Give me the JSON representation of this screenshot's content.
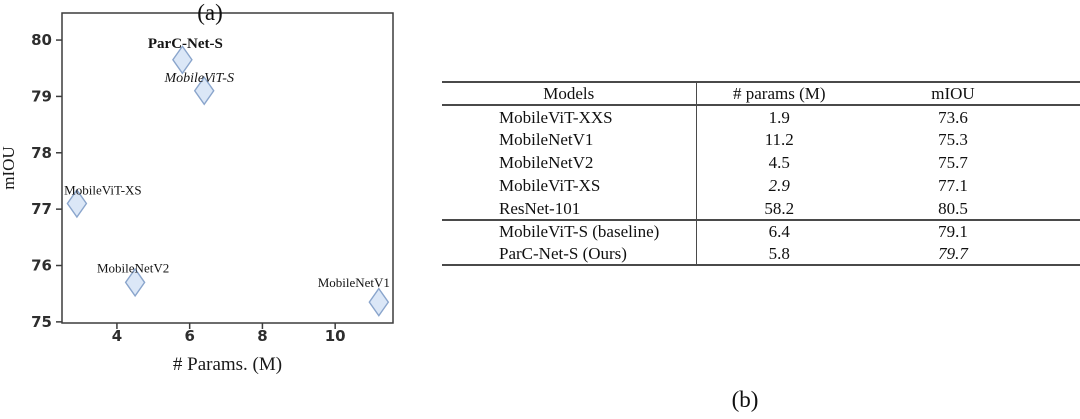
{
  "figure": {
    "caption_a": "(a)",
    "caption_b": "(b)"
  },
  "chart_data": {
    "type": "scatter",
    "xlabel": "# Params. (M)",
    "ylabel": "mIOU",
    "xlim": [
      2.49,
      11.59
    ],
    "ylim": [
      74.98,
      80.48
    ],
    "xticks": [
      4,
      6,
      8,
      10
    ],
    "yticks": [
      75,
      76,
      77,
      78,
      79,
      80
    ],
    "grid": "off",
    "marker": {
      "shape": "thin-diamond",
      "fill": "#dbe7f7",
      "stroke": "#8aa5cc"
    },
    "points": [
      {
        "label": "ParC-Net-S",
        "x": 5.8,
        "y": 79.65,
        "style": "bold",
        "label_dx": 3,
        "label_dy": -12
      },
      {
        "label": "MobileViT-S",
        "x": 6.4,
        "y": 79.1,
        "style": "italic",
        "label_dx": -5,
        "label_dy": -9
      },
      {
        "label": "MobileViT-XS",
        "x": 2.9,
        "y": 77.1,
        "style": "normal",
        "label_dx": 26,
        "label_dy": -9
      },
      {
        "label": "MobileNetV2",
        "x": 4.5,
        "y": 75.7,
        "style": "normal",
        "label_dx": -2,
        "label_dy": -10
      },
      {
        "label": "MobileNetV1",
        "x": 11.2,
        "y": 75.35,
        "style": "normal",
        "label_dx": -25,
        "label_dy": -15
      }
    ]
  },
  "table": {
    "headers": [
      "Models",
      "# params (M)",
      "mIOU"
    ],
    "rows": [
      {
        "model": "MobileViT-XXS",
        "params": "1.9",
        "miou": "73.6",
        "params_style": "bold",
        "miou_style": "normal",
        "group": "main"
      },
      {
        "model": "MobileNetV1",
        "params": "11.2",
        "miou": "75.3",
        "params_style": "normal",
        "miou_style": "normal",
        "group": "main"
      },
      {
        "model": "MobileNetV2",
        "params": "4.5",
        "miou": "75.7",
        "params_style": "normal",
        "miou_style": "normal",
        "group": "main"
      },
      {
        "model": "MobileViT-XS",
        "params": "2.9",
        "miou": "77.1",
        "params_style": "italic",
        "miou_style": "normal",
        "group": "main"
      },
      {
        "model": "ResNet-101",
        "params": "58.2",
        "miou": "80.5",
        "params_style": "normal",
        "miou_style": "bold",
        "group": "main"
      },
      {
        "model": "MobileViT-S (baseline)",
        "params": "6.4",
        "miou": "79.1",
        "params_style": "normal",
        "miou_style": "normal",
        "group": "ours"
      },
      {
        "model": "ParC-Net-S (Ours)",
        "params": "5.8",
        "miou": "79.7",
        "params_style": "normal",
        "miou_style": "italic",
        "group": "ours"
      }
    ]
  }
}
